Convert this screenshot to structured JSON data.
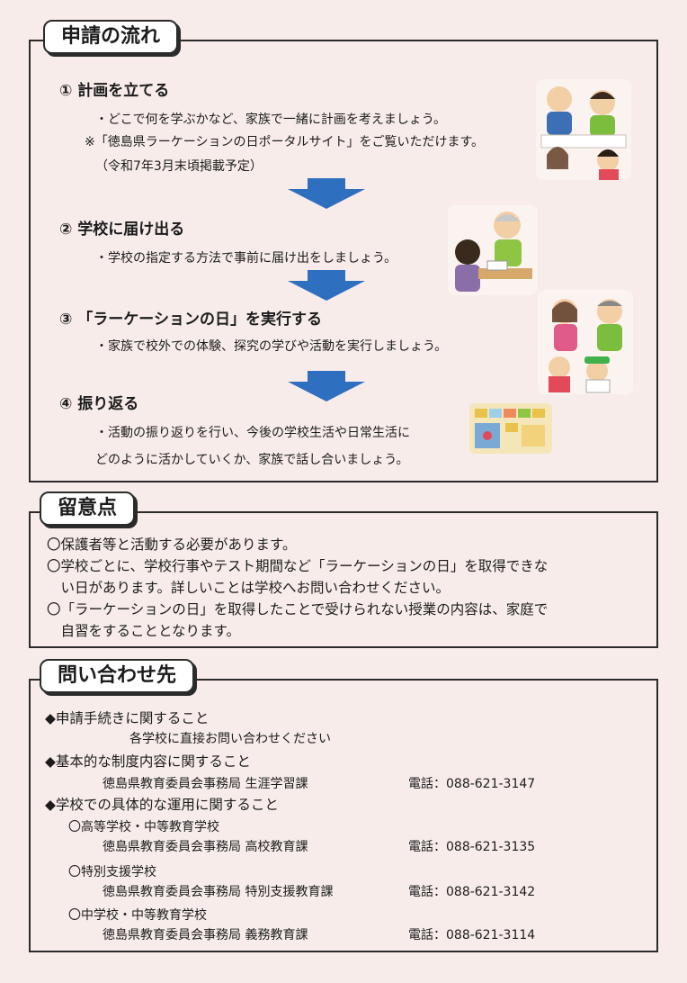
{
  "flow": {
    "title": "申請の流れ",
    "steps": [
      {
        "title": "① 計画を立てる",
        "lines": [
          "・どこで何を学ぶかなど、家族で一緒に計画を考えましょう。",
          "※「徳島県ラーケーションの日ポータルサイト」をご覧いただけます。",
          "（令和7年3月末頃掲載予定）"
        ]
      },
      {
        "title": "② 学校に届け出る",
        "lines": [
          "・学校の指定する方法で事前に届け出をしましょう。"
        ]
      },
      {
        "title": "③ 「ラーケーションの日」を実行する",
        "lines": [
          "・家族で校外での体験、探究の学びや活動を実行しましょう。"
        ]
      },
      {
        "title": "④ 振り返る",
        "lines": [
          "・活動の振り返りを行い、今後の学校生活や日常生活に",
          "どのように活かしていくか、家族で話し合いましょう。"
        ]
      }
    ]
  },
  "notes": {
    "title": "留意点",
    "lines": [
      "〇保護者等と活動する必要があります。",
      "〇学校ごとに、学校行事やテスト期間など「ラーケーションの日」を取得できな",
      "　い日があります。詳しいことは学校へお問い合わせください。",
      "〇「ラーケーションの日」を取得したことで受けられない授業の内容は、家庭で",
      "　自習をすることとなります。"
    ]
  },
  "contact": {
    "title": "問い合わせ先",
    "items": [
      {
        "heading": "◆申請手続きに関すること",
        "sub": "各学校に直接お問い合わせください"
      },
      {
        "heading": "◆基本的な制度内容に関すること",
        "org": "徳島県教育委員会事務局 生涯学習課",
        "tel": "電話：088-621-3147"
      },
      {
        "heading": "◆学校での具体的な運用に関すること"
      }
    ],
    "schools": [
      {
        "type": "〇高等学校・中等教育学校",
        "org": "徳島県教育委員会事務局 高校教育課",
        "tel": "電話：088-621-3135"
      },
      {
        "type": "〇特別支援学校",
        "org": "徳島県教育委員会事務局 特別支援教育課",
        "tel": "電話：088-621-3142"
      },
      {
        "type": "〇中学校・中等教育学校",
        "org": "徳島県教育委員会事務局 義務教育課",
        "tel": "電話：088-621-3114"
      }
    ]
  },
  "colors": {
    "arrow": "#2f6fc0",
    "border": "#2b2b2b",
    "background": "#f7ecea"
  }
}
